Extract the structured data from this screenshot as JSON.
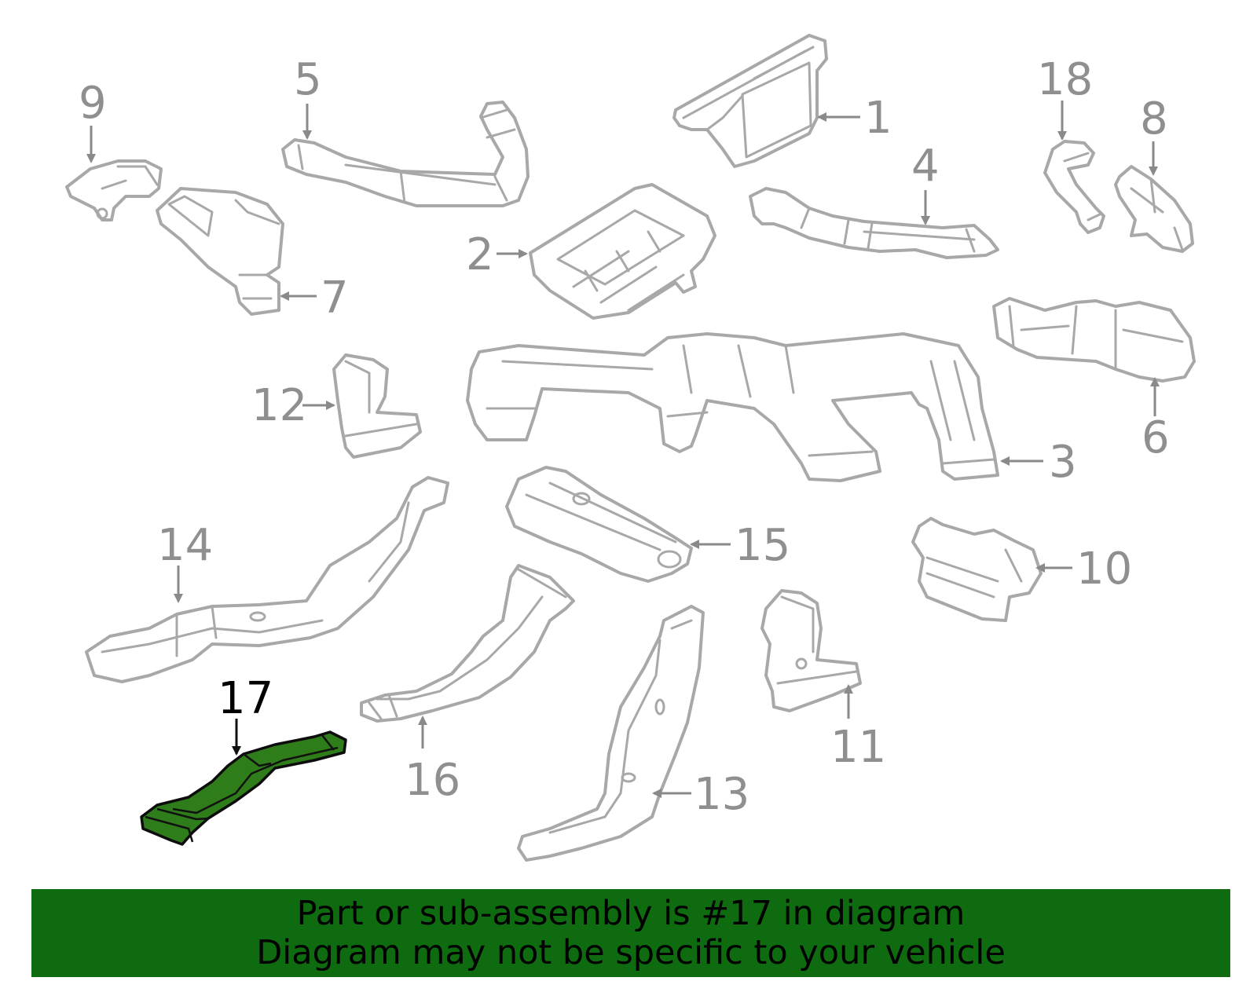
{
  "callouts": {
    "c1": "1",
    "c2": "2",
    "c3": "3",
    "c4": "4",
    "c5": "5",
    "c6": "6",
    "c7": "7",
    "c8": "8",
    "c9": "9",
    "c10": "10",
    "c11": "11",
    "c12": "12",
    "c13": "13",
    "c14": "14",
    "c15": "15",
    "c16": "16",
    "c17": "17",
    "c18": "18"
  },
  "highlighted_part": "17",
  "colors": {
    "highlight_fill": "#2e7d1a",
    "banner_background": "#0f6b0f",
    "part_outline": "#a8a8a8",
    "callout_text": "#8f8f8f"
  },
  "banner": {
    "line1": "Part or sub-assembly is #17 in diagram",
    "line2": "Diagram may not be specific to your vehicle"
  }
}
